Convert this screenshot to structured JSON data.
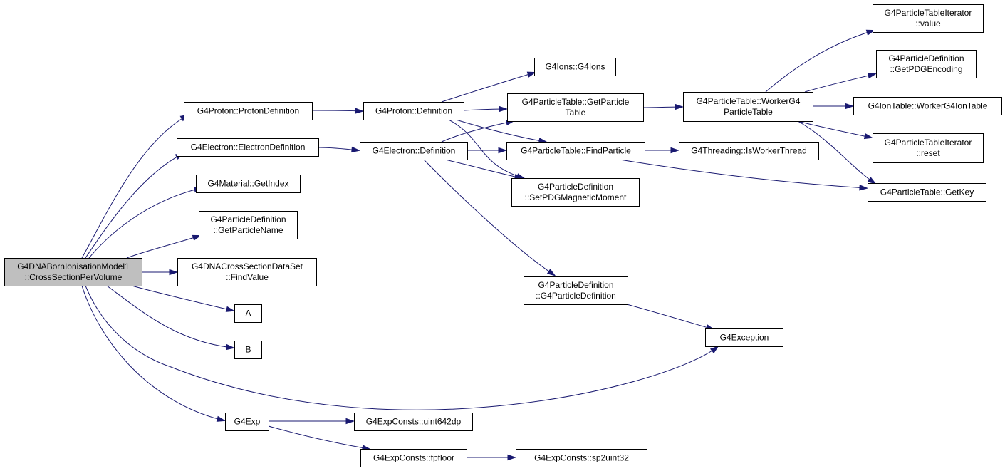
{
  "graph": {
    "nodes": [
      {
        "id": "root",
        "lines": [
          "G4DNABornIonisationModel1",
          "::CrossSectionPerVolume"
        ],
        "root": true
      },
      {
        "id": "protonDef",
        "lines": [
          "G4Proton::ProtonDefinition"
        ]
      },
      {
        "id": "electronDef",
        "lines": [
          "G4Electron::ElectronDefinition"
        ]
      },
      {
        "id": "matIndex",
        "lines": [
          "G4Material::GetIndex"
        ]
      },
      {
        "id": "pdGetName",
        "lines": [
          "G4ParticleDefinition",
          "::GetParticleName"
        ]
      },
      {
        "id": "csFind",
        "lines": [
          "G4DNACrossSectionDataSet",
          "::FindValue"
        ]
      },
      {
        "id": "A",
        "lines": [
          "A"
        ]
      },
      {
        "id": "B",
        "lines": [
          "B"
        ]
      },
      {
        "id": "g4exp",
        "lines": [
          "G4Exp"
        ]
      },
      {
        "id": "protonDefinition",
        "lines": [
          "G4Proton::Definition"
        ]
      },
      {
        "id": "electronDefinition",
        "lines": [
          "G4Electron::Definition"
        ]
      },
      {
        "id": "ionsIons",
        "lines": [
          "G4Ions::G4Ions"
        ]
      },
      {
        "id": "ptGetTable",
        "lines": [
          "G4ParticleTable::GetParticle",
          "Table"
        ]
      },
      {
        "id": "ptFind",
        "lines": [
          "G4ParticleTable::FindParticle"
        ]
      },
      {
        "id": "pdSetMag",
        "lines": [
          "G4ParticleDefinition",
          "::SetPDGMagneticMoment"
        ]
      },
      {
        "id": "pdCtor",
        "lines": [
          "G4ParticleDefinition",
          "::G4ParticleDefinition"
        ]
      },
      {
        "id": "ptWorker",
        "lines": [
          "G4ParticleTable::WorkerG4",
          "ParticleTable"
        ]
      },
      {
        "id": "isWorker",
        "lines": [
          "G4Threading::IsWorkerThread"
        ]
      },
      {
        "id": "exception",
        "lines": [
          "G4Exception"
        ]
      },
      {
        "id": "ptiValue",
        "lines": [
          "G4ParticleTableIterator",
          "::value"
        ]
      },
      {
        "id": "pdEncoding",
        "lines": [
          "G4ParticleDefinition",
          "::GetPDGEncoding"
        ]
      },
      {
        "id": "ionTableWorker",
        "lines": [
          "G4IonTable::WorkerG4IonTable"
        ]
      },
      {
        "id": "ptiReset",
        "lines": [
          "G4ParticleTableIterator",
          "::reset"
        ]
      },
      {
        "id": "ptGetKey",
        "lines": [
          "G4ParticleTable::GetKey"
        ]
      },
      {
        "id": "expUint",
        "lines": [
          "G4ExpConsts::uint642dp"
        ]
      },
      {
        "id": "expFloor",
        "lines": [
          "G4ExpConsts::fpfloor"
        ]
      },
      {
        "id": "expSp2",
        "lines": [
          "G4ExpConsts::sp2uint32"
        ]
      }
    ],
    "edges": [
      {
        "from": "root",
        "to": "protonDef"
      },
      {
        "from": "root",
        "to": "electronDef"
      },
      {
        "from": "root",
        "to": "matIndex"
      },
      {
        "from": "root",
        "to": "pdGetName"
      },
      {
        "from": "root",
        "to": "csFind"
      },
      {
        "from": "root",
        "to": "A"
      },
      {
        "from": "root",
        "to": "B"
      },
      {
        "from": "root",
        "to": "exception"
      },
      {
        "from": "root",
        "to": "g4exp"
      },
      {
        "from": "protonDef",
        "to": "protonDefinition"
      },
      {
        "from": "electronDef",
        "to": "electronDefinition"
      },
      {
        "from": "protonDefinition",
        "to": "ionsIons"
      },
      {
        "from": "protonDefinition",
        "to": "ptGetTable"
      },
      {
        "from": "protonDefinition",
        "to": "ptFind"
      },
      {
        "from": "protonDefinition",
        "to": "pdSetMag"
      },
      {
        "from": "electronDefinition",
        "to": "ptGetTable"
      },
      {
        "from": "electronDefinition",
        "to": "ptFind"
      },
      {
        "from": "electronDefinition",
        "to": "pdSetMag"
      },
      {
        "from": "electronDefinition",
        "to": "pdCtor"
      },
      {
        "from": "ptGetTable",
        "to": "ptWorker"
      },
      {
        "from": "ptFind",
        "to": "isWorker"
      },
      {
        "from": "ptFind",
        "to": "ptGetKey"
      },
      {
        "from": "ptWorker",
        "to": "ptiValue"
      },
      {
        "from": "ptWorker",
        "to": "pdEncoding"
      },
      {
        "from": "ptWorker",
        "to": "ionTableWorker"
      },
      {
        "from": "ptWorker",
        "to": "ptiReset"
      },
      {
        "from": "ptWorker",
        "to": "ptGetKey"
      },
      {
        "from": "pdCtor",
        "to": "exception"
      },
      {
        "from": "g4exp",
        "to": "expUint"
      },
      {
        "from": "g4exp",
        "to": "expFloor"
      },
      {
        "from": "expFloor",
        "to": "expSp2"
      }
    ],
    "colors": {
      "edge": "#191970",
      "root_fill": "#bfbfbf",
      "node_fill": "#ffffff",
      "node_border": "#000000"
    }
  }
}
